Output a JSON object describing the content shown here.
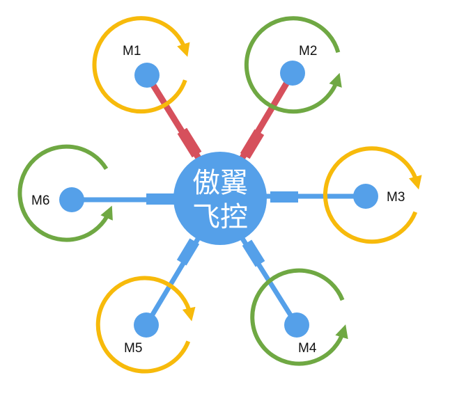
{
  "hub": {
    "line1": "傲翼",
    "line2": "飞控",
    "color": "#55A0E9"
  },
  "colors": {
    "front_arm": "#D6505C",
    "rear_arm": "#55A0E9",
    "rotation_yellow": "#F7BA0B",
    "rotation_green": "#6FA843",
    "motor": "#55A0E9"
  },
  "motors": [
    {
      "label": "M1",
      "rotation_color": "yellow",
      "arrow_icon": "clockwise-arrow-icon"
    },
    {
      "label": "M2",
      "rotation_color": "green",
      "arrow_icon": "counterclockwise-arrow-icon"
    },
    {
      "label": "M3",
      "rotation_color": "yellow",
      "arrow_icon": "clockwise-arrow-icon"
    },
    {
      "label": "M4",
      "rotation_color": "green",
      "arrow_icon": "counterclockwise-arrow-icon"
    },
    {
      "label": "M5",
      "rotation_color": "yellow",
      "arrow_icon": "clockwise-arrow-icon"
    },
    {
      "label": "M6",
      "rotation_color": "green",
      "arrow_icon": "counterclockwise-arrow-icon"
    }
  ]
}
